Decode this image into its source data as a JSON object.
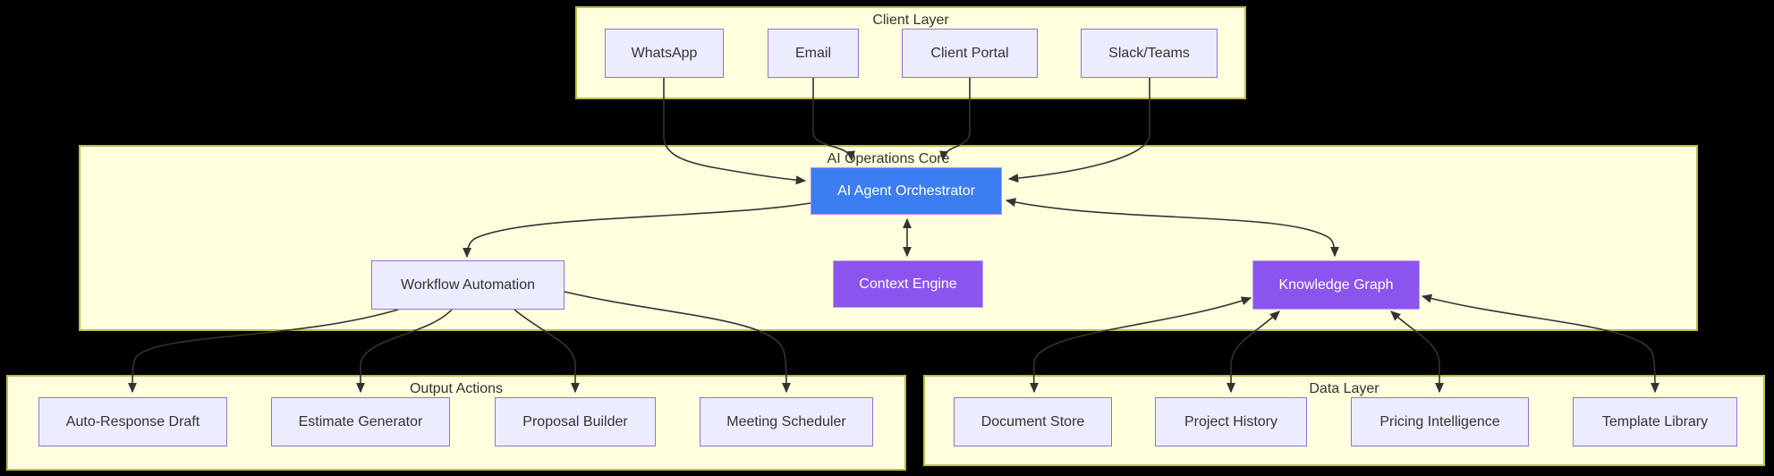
{
  "groups": {
    "client_layer": {
      "label": "Client Layer"
    },
    "ai_core": {
      "label": "AI Operations Core"
    },
    "output_actions": {
      "label": "Output Actions"
    },
    "data_layer": {
      "label": "Data Layer"
    }
  },
  "nodes": {
    "whatsapp": {
      "label": "WhatsApp"
    },
    "email": {
      "label": "Email"
    },
    "client_portal": {
      "label": "Client Portal"
    },
    "slack_teams": {
      "label": "Slack/Teams"
    },
    "orchestrator": {
      "label": "AI Agent Orchestrator"
    },
    "workflow_automation": {
      "label": "Workflow Automation"
    },
    "context_engine": {
      "label": "Context Engine"
    },
    "knowledge_graph": {
      "label": "Knowledge Graph"
    },
    "auto_response": {
      "label": "Auto-Response Draft"
    },
    "estimate_generator": {
      "label": "Estimate Generator"
    },
    "proposal_builder": {
      "label": "Proposal Builder"
    },
    "meeting_scheduler": {
      "label": "Meeting Scheduler"
    },
    "document_store": {
      "label": "Document Store"
    },
    "project_history": {
      "label": "Project History"
    },
    "pricing_intelligence": {
      "label": "Pricing Intelligence"
    },
    "template_library": {
      "label": "Template Library"
    }
  },
  "edges": [
    {
      "from": "WhatsApp",
      "to": "AI Agent Orchestrator",
      "bidirectional": false
    },
    {
      "from": "Email",
      "to": "AI Agent Orchestrator",
      "bidirectional": false
    },
    {
      "from": "Client Portal",
      "to": "AI Agent Orchestrator",
      "bidirectional": false
    },
    {
      "from": "Slack/Teams",
      "to": "AI Agent Orchestrator",
      "bidirectional": false
    },
    {
      "from": "AI Agent Orchestrator",
      "to": "Workflow Automation",
      "bidirectional": false
    },
    {
      "from": "AI Agent Orchestrator",
      "to": "Context Engine",
      "bidirectional": true
    },
    {
      "from": "AI Agent Orchestrator",
      "to": "Knowledge Graph",
      "bidirectional": true
    },
    {
      "from": "Workflow Automation",
      "to": "Auto-Response Draft",
      "bidirectional": false
    },
    {
      "from": "Workflow Automation",
      "to": "Estimate Generator",
      "bidirectional": false
    },
    {
      "from": "Workflow Automation",
      "to": "Proposal Builder",
      "bidirectional": false
    },
    {
      "from": "Workflow Automation",
      "to": "Meeting Scheduler",
      "bidirectional": false
    },
    {
      "from": "Knowledge Graph",
      "to": "Document Store",
      "bidirectional": true
    },
    {
      "from": "Knowledge Graph",
      "to": "Project History",
      "bidirectional": true
    },
    {
      "from": "Knowledge Graph",
      "to": "Pricing Intelligence",
      "bidirectional": true
    },
    {
      "from": "Knowledge Graph",
      "to": "Template Library",
      "bidirectional": true
    }
  ],
  "colors": {
    "canvas_background": "#000000",
    "group_fill": "#ffffde",
    "group_border": "#bdbd4b",
    "node_fill": "#ececff",
    "node_border": "#9370db",
    "node_text": "#333333",
    "orchestrator_fill": "#3c7df1",
    "orchestrator_border": "#c985e6",
    "engine_fill": "#8b54ec",
    "engine_border": "#b9a0f2",
    "highlight_text": "#ffffff",
    "edge_color": "#333333"
  }
}
